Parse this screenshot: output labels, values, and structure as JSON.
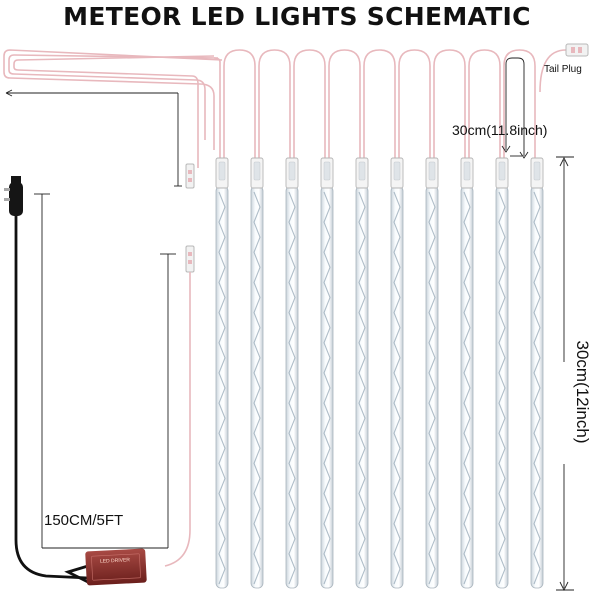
{
  "title": "METEOR LED LIGHTS SCHEMATIC",
  "labels": {
    "tail_plug": "Tail Plug",
    "tube_spacing": "30cm(11.8inch)",
    "tube_length": "30cm(12inch)",
    "cable_length": "150CM/5FT"
  },
  "driver": {
    "name": "LED DRIVER"
  },
  "tubes": {
    "count": 10
  },
  "colors": {
    "wire": "#e8b8bd",
    "power_cord": "#111111",
    "driver_body": "#8a2d2a",
    "tube_fill": "#eef3f7",
    "dimension_line": "#222222"
  }
}
